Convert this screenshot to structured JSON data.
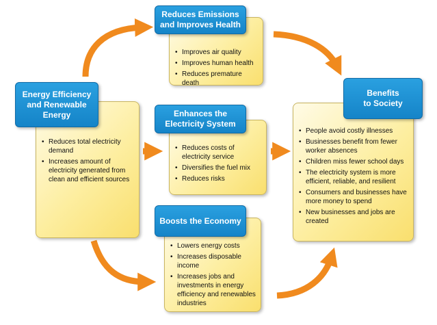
{
  "colors": {
    "arrow": "#f08a1e",
    "header": "#1a8fd6",
    "note": "#fdeea0"
  },
  "boxes": {
    "energy": {
      "title": "Energy Efficiency\nand  Renewable\nEnergy",
      "bullets": [
        "Reduces total electricity demand",
        "Increases amount of electricity generated from clean and efficient sources"
      ]
    },
    "emissions": {
      "title": "Reduces Emissions\nand Improves Health",
      "bullets": [
        "Improves air quality",
        "Improves human health",
        "Reduces premature death"
      ]
    },
    "electricity": {
      "title": "Enhances the\nElectricity System",
      "bullets": [
        "Reduces costs of electricity service",
        "Diversifies the fuel mix",
        "Reduces risks"
      ]
    },
    "economy": {
      "title": "Boosts the Economy",
      "bullets": [
        "Lowers energy costs",
        "Increases disposable income",
        "Increases jobs and investments in energy efficiency and renewables industries"
      ]
    },
    "benefits": {
      "title": "Benefits\nto Society",
      "bullets": [
        "People avoid costly illnesses",
        "Businesses benefit from fewer worker absences",
        "Children miss fewer school days",
        "The electricity system is more efficient, reliable, and resilient",
        "Consumers and businesses have more money to spend",
        "New businesses and jobs are created"
      ]
    }
  }
}
